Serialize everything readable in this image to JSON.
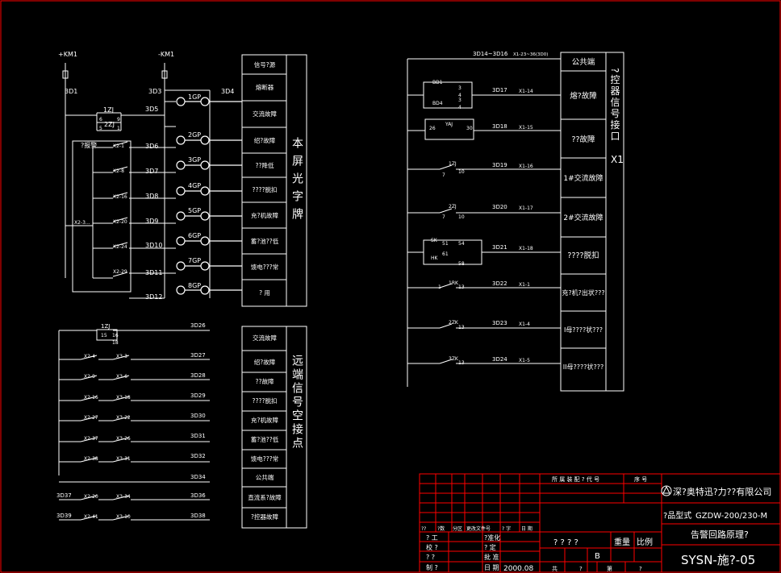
{
  "left": {
    "pos_bus": "+KM1",
    "neg_bus": "-KM1",
    "terminals": [
      "3D1",
      "3D3",
      "3D4",
      "3D5",
      "3D6",
      "3D7",
      "3D8",
      "3D9",
      "3D10",
      "3D11",
      "3D12"
    ],
    "relay_1zj": "1ZJ",
    "relay_2zj": "2ZJ",
    "contact_label": "?报警",
    "x2_contacts": [
      "X2-1",
      "X2-8",
      "X2-16",
      "X2-20",
      "X2-24",
      "X2-29"
    ],
    "x2_common": "X2-3...",
    "pins": [
      "6",
      "9",
      "5",
      "1"
    ],
    "lamps": [
      "1GP",
      "2GP",
      "3GP",
      "4GP",
      "5GP",
      "6GP",
      "7GP",
      "8GP"
    ],
    "panel_rows": [
      "信号?源",
      "熔断器",
      "交流故障",
      "绍?故障",
      "??降低",
      "????脱扣",
      "充?机故障",
      "蓄?池??低",
      "馈电???常",
      "? 用"
    ],
    "panel_title": "本屏光字牌"
  },
  "remote": {
    "relay_1zj": "1ZJ",
    "pins": [
      "15",
      "16",
      "18"
    ],
    "rows_left": [
      "X2-4",
      "X2-9",
      "X2-16",
      "X2-27",
      "X2-37",
      "X2-38"
    ],
    "rows_right": [
      "X3-3",
      "X3-6",
      "X3-18",
      "X3-22",
      "X3-26",
      "X3-31"
    ],
    "terminals": [
      "3D26",
      "3D27",
      "3D28",
      "3D29",
      "3D30",
      "3D31",
      "3D32",
      "3D34",
      "3D36",
      "3D38"
    ],
    "extra_left": [
      "3D37",
      "3D39"
    ],
    "extra_a": [
      "X2-20",
      "X2-41"
    ],
    "extra_b": [
      "X3-34",
      "X3-10"
    ],
    "panel_rows": [
      "交流故障",
      "绍?故障",
      "??故障",
      "????脱扣",
      "充?机故障",
      "蓄?池??低",
      "馈电???常",
      "公共端",
      "直流系?故障",
      "?控器故障"
    ],
    "panel_title": "远端信号空接点"
  },
  "right": {
    "top_terminal": "3D14~3D16",
    "top_ref": "X1-23~36(3D0)",
    "terminals": [
      "3D17",
      "3D18",
      "3D19",
      "3D20",
      "3D21",
      "3D22",
      "3D23",
      "3D24"
    ],
    "x1": [
      "X1-14",
      "X1-15",
      "X1-16",
      "X1-17",
      "X1-18",
      "X1-1",
      "X1-4",
      "X1-5"
    ],
    "contacts": [
      "BD1",
      "BD4",
      "YAJ",
      "1ZJ",
      "2ZJ",
      "SK",
      "HK",
      "1RK",
      "2ZK",
      "3ZK"
    ],
    "pins": [
      "3",
      "4",
      "3",
      "4",
      "26",
      "30",
      "7",
      "10",
      "7",
      "10",
      "51",
      "54",
      "61",
      "58",
      "1",
      "13",
      "13",
      "13"
    ],
    "panel_rows": [
      "公共端",
      "熔?故障",
      "??故障",
      "1#交流故障",
      "2#交流故障",
      "????脱扣",
      "充?机?出状???",
      "I母????状???",
      "II母????状???"
    ],
    "panel_title": "?控器信号接口",
    "panel_sub": "X1"
  },
  "titleblock": {
    "col_headers": [
      "所 属 装 配 ? 代 号",
      "序 号"
    ],
    "company": "深?奥特迅?力??有限公司",
    "model_label": "?品型式",
    "model": "GZDW-200/230-M",
    "title": "告警回路原理?",
    "rev_headers": [
      "??",
      "?数",
      "分区",
      "更改文件号",
      "?  字",
      "日  期"
    ],
    "roles": [
      "? 工",
      "校  ?",
      "? ?",
      "制  ?"
    ],
    "roles2": [
      "?准化",
      "? 定",
      "批  准",
      "日  期"
    ],
    "date": "2000.08",
    "stage": "? ? ? ?",
    "weight": "重量",
    "scale": "比例",
    "stage_mark": "B",
    "sheets": [
      "共",
      "?",
      "第",
      "?"
    ],
    "drawing_no": "SYSN-施?-05"
  },
  "colors": {
    "line": "#ffffff",
    "border": "#ff0000",
    "background": "#000000"
  }
}
